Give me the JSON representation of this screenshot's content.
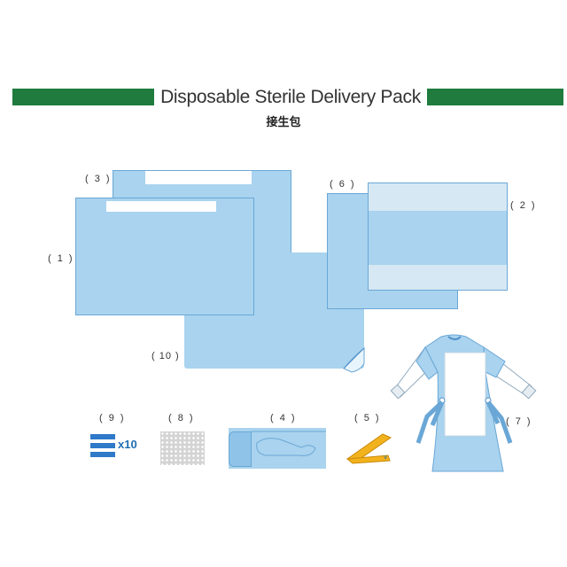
{
  "header": {
    "title": "Disposable Sterile Delivery Pack",
    "subtitle": "接生包"
  },
  "colors": {
    "bar_green": "#1f7c3e",
    "sheet_blue": "#a9d3ee",
    "sheet_border": "#6aa7d6",
    "clamp_yellow": "#f2b21c"
  },
  "items": [
    {
      "number": "( 1 )"
    },
    {
      "number": "( 2 )"
    },
    {
      "number": "( 3 )"
    },
    {
      "number": "( 4 )"
    },
    {
      "number": "( 5 )"
    },
    {
      "number": "( 6 )"
    },
    {
      "number": "( 7 )"
    },
    {
      "number": "( 8 )"
    },
    {
      "number": "( 9 )"
    },
    {
      "number": "( 10 )"
    }
  ],
  "towel_quantity": "x10"
}
